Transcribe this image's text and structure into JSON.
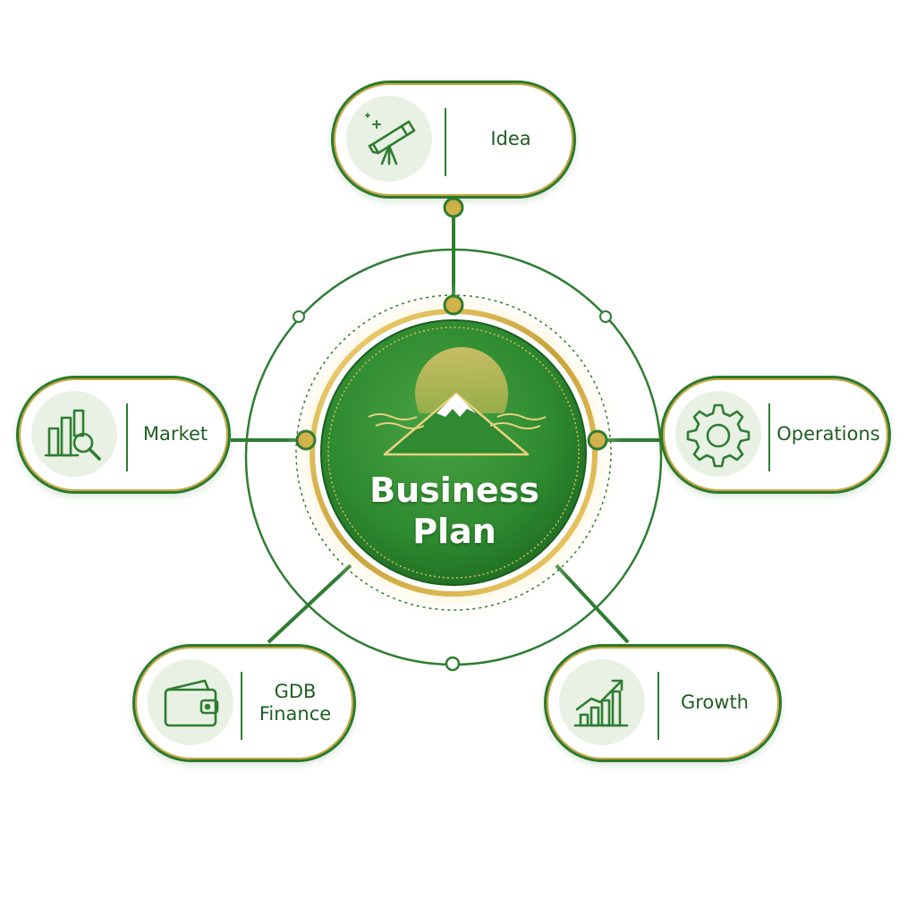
{
  "center": {
    "title_line1": "Business",
    "title_line2": "Plan",
    "icon": "mountain-sun-icon"
  },
  "nodes": [
    {
      "id": "idea",
      "label_lines": [
        "Idea"
      ],
      "icon": "telescope-icon"
    },
    {
      "id": "market",
      "label_lines": [
        "Market"
      ],
      "icon": "bar-chart-magnifier-icon"
    },
    {
      "id": "operations",
      "label_lines": [
        "Operations"
      ],
      "icon": "gear-icon"
    },
    {
      "id": "finance",
      "label_lines": [
        "GDB",
        "Finance"
      ],
      "icon": "wallet-icon"
    },
    {
      "id": "growth",
      "label_lines": [
        "Growth"
      ],
      "icon": "growth-chart-icon"
    }
  ],
  "colors": {
    "green_primary": "#2e7d32",
    "green_dark": "#1b5e20",
    "gold": "#c9a640",
    "icon_bg": "#e9f1e4",
    "label_text": "#1e5f22"
  }
}
